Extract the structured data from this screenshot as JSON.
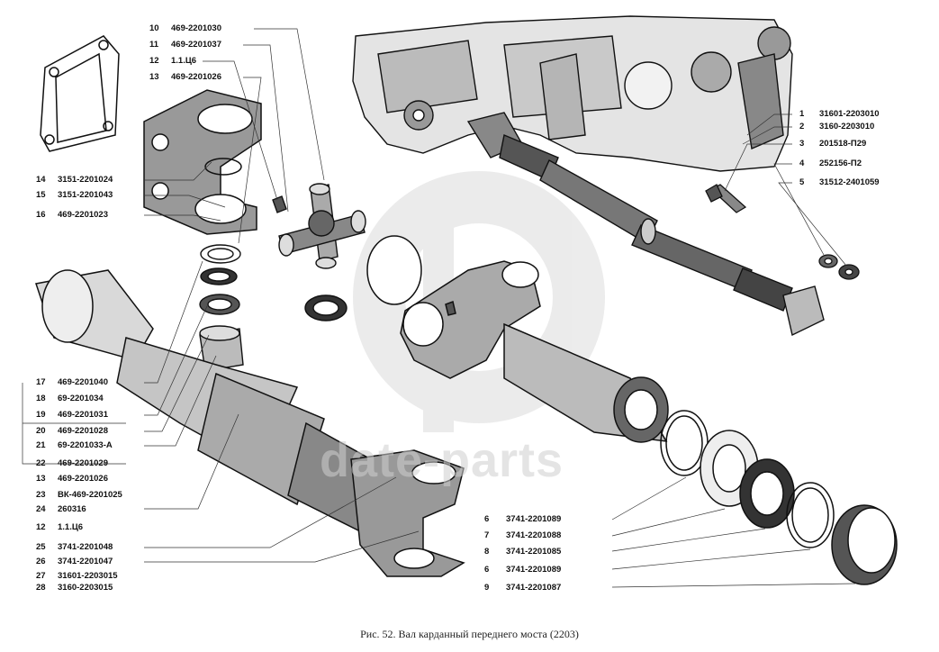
{
  "caption": "Рис. 52. Вал карданный переднего моста (2203)",
  "watermark": "date-parts",
  "colors": {
    "ink": "#111111",
    "watermark": "#c8c8c8",
    "background": "#ffffff"
  },
  "labels_top": [
    {
      "num": "10",
      "code": "469-2201030"
    },
    {
      "num": "11",
      "code": "469-2201037"
    },
    {
      "num": "12",
      "code": "1.1.Ц6"
    },
    {
      "num": "13",
      "code": "469-2201026"
    }
  ],
  "labels_left_upper": [
    {
      "num": "14",
      "code": "3151-2201024"
    },
    {
      "num": "15",
      "code": "3151-2201043"
    },
    {
      "num": "16",
      "code": "469-2201023"
    }
  ],
  "labels_left_lower": [
    {
      "num": "17",
      "code": "469-2201040"
    },
    {
      "num": "18",
      "code": "69-2201034"
    },
    {
      "num": "19",
      "code": "469-2201031"
    },
    {
      "num": "20",
      "code": "469-2201028"
    },
    {
      "num": "21",
      "code": "69-2201033-А"
    },
    {
      "num": "22",
      "code": "469-2201029"
    },
    {
      "num": "13",
      "code": "469-2201026"
    },
    {
      "num": "23",
      "code": "ВК-469-2201025"
    },
    {
      "num": "24",
      "code": "260316"
    },
    {
      "num": "12",
      "code": "1.1.Ц6"
    },
    {
      "num": "25",
      "code": "3741-2201048"
    },
    {
      "num": "26",
      "code": "3741-2201047"
    },
    {
      "num": "27",
      "code": "31601-2203015"
    },
    {
      "num": "28",
      "code": "3160-2203015"
    }
  ],
  "labels_right": [
    {
      "num": "1",
      "code": "31601-2203010"
    },
    {
      "num": "2",
      "code": "3160-2203010"
    },
    {
      "num": "3",
      "code": "201518-П29"
    },
    {
      "num": "4",
      "code": "252156-П2"
    },
    {
      "num": "5",
      "code": "31512-2401059"
    }
  ],
  "labels_bottom": [
    {
      "num": "6",
      "code": "3741-2201089"
    },
    {
      "num": "7",
      "code": "3741-2201088"
    },
    {
      "num": "8",
      "code": "3741-2201085"
    },
    {
      "num": "6",
      "code": "3741-2201089"
    },
    {
      "num": "9",
      "code": "3741-2201087"
    }
  ]
}
